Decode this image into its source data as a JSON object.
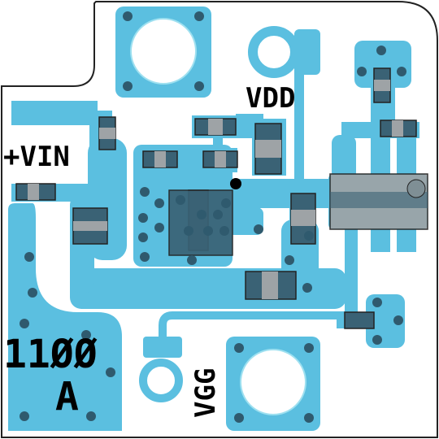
{
  "board": {
    "labels": {
      "vin": "+VIN",
      "vdd": "VDD",
      "vgg": "VGG",
      "part_number": "11ØØ",
      "revision": "A"
    },
    "colors": {
      "copper": "#5bbfe0",
      "board_outline": "#222222",
      "pad_dark": "#3a6275",
      "pad_gray": "#9ea3a6",
      "via": "#2f5a6e",
      "background": "#ffffff",
      "hole": "#ffffff",
      "dot": "#000000"
    }
  }
}
